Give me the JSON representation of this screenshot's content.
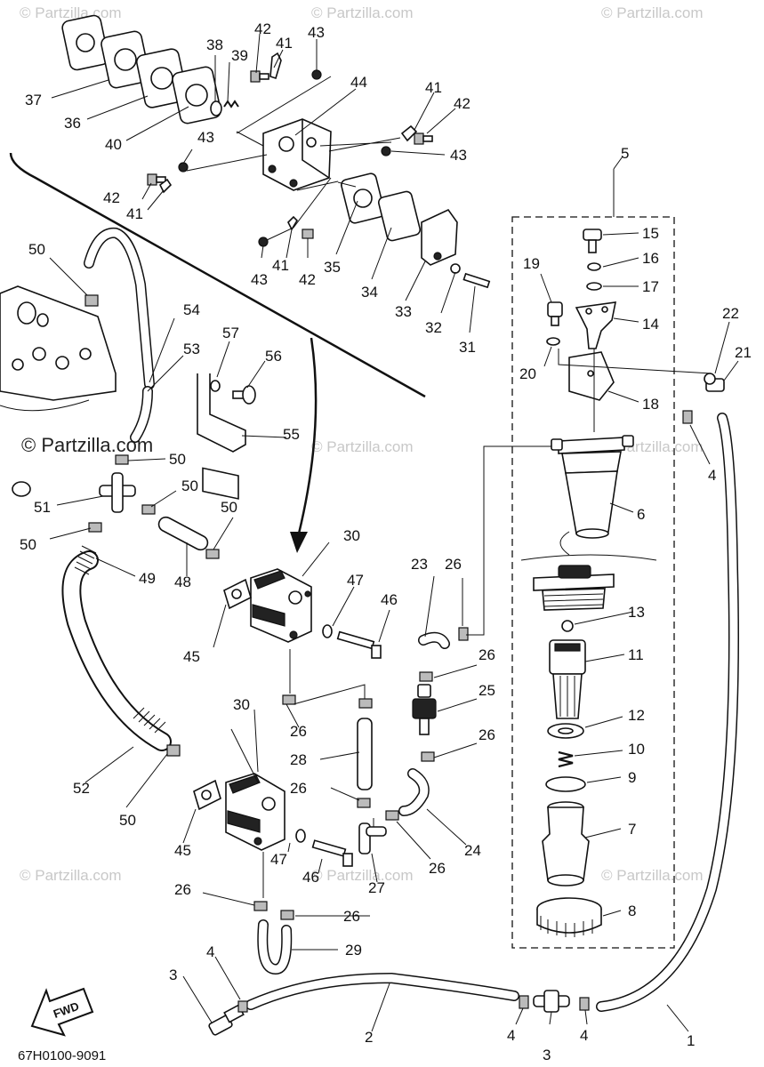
{
  "watermarks": {
    "small": "© Partzilla.com",
    "large": "© Partzilla.com"
  },
  "diagram_code": "67H0100-9091",
  "fwd_label": "FWD",
  "callouts": {
    "c1": "1",
    "c2": "2",
    "c3a": "3",
    "c3b": "3",
    "c4a": "4",
    "c4b": "4",
    "c4c": "4",
    "c4d": "4",
    "c5": "5",
    "c6": "6",
    "c7": "7",
    "c8": "8",
    "c9": "9",
    "c10": "10",
    "c11": "11",
    "c12": "12",
    "c13": "13",
    "c14": "14",
    "c15": "15",
    "c16": "16",
    "c17": "17",
    "c18": "18",
    "c19": "19",
    "c20": "20",
    "c21": "21",
    "c22": "22",
    "c23": "23",
    "c24": "24",
    "c25": "25",
    "c26a": "26",
    "c26b": "26",
    "c26c": "26",
    "c26d": "26",
    "c26e": "26",
    "c26f": "26",
    "c26g": "26",
    "c26h": "26",
    "c27": "27",
    "c28": "28",
    "c29": "29",
    "c30a": "30",
    "c30b": "30",
    "c31": "31",
    "c32": "32",
    "c33": "33",
    "c34": "34",
    "c35": "35",
    "c36": "36",
    "c37": "37",
    "c38": "38",
    "c39": "39",
    "c40": "40",
    "c41a": "41",
    "c41b": "41",
    "c41c": "41",
    "c41d": "41",
    "c42a": "42",
    "c42b": "42",
    "c42c": "42",
    "c42d": "42",
    "c43a": "43",
    "c43b": "43",
    "c43c": "43",
    "c43d": "43",
    "c44": "44",
    "c45a": "45",
    "c45b": "45",
    "c46a": "46",
    "c46b": "46",
    "c47a": "47",
    "c47b": "47",
    "c48": "48",
    "c49": "49",
    "c50a": "50",
    "c50b": "50",
    "c50c": "50",
    "c50d": "50",
    "c50e": "50",
    "c50f": "50",
    "c51": "51",
    "c52": "52",
    "c53": "53",
    "c54": "54",
    "c55": "55",
    "c56": "56",
    "c57": "57"
  }
}
